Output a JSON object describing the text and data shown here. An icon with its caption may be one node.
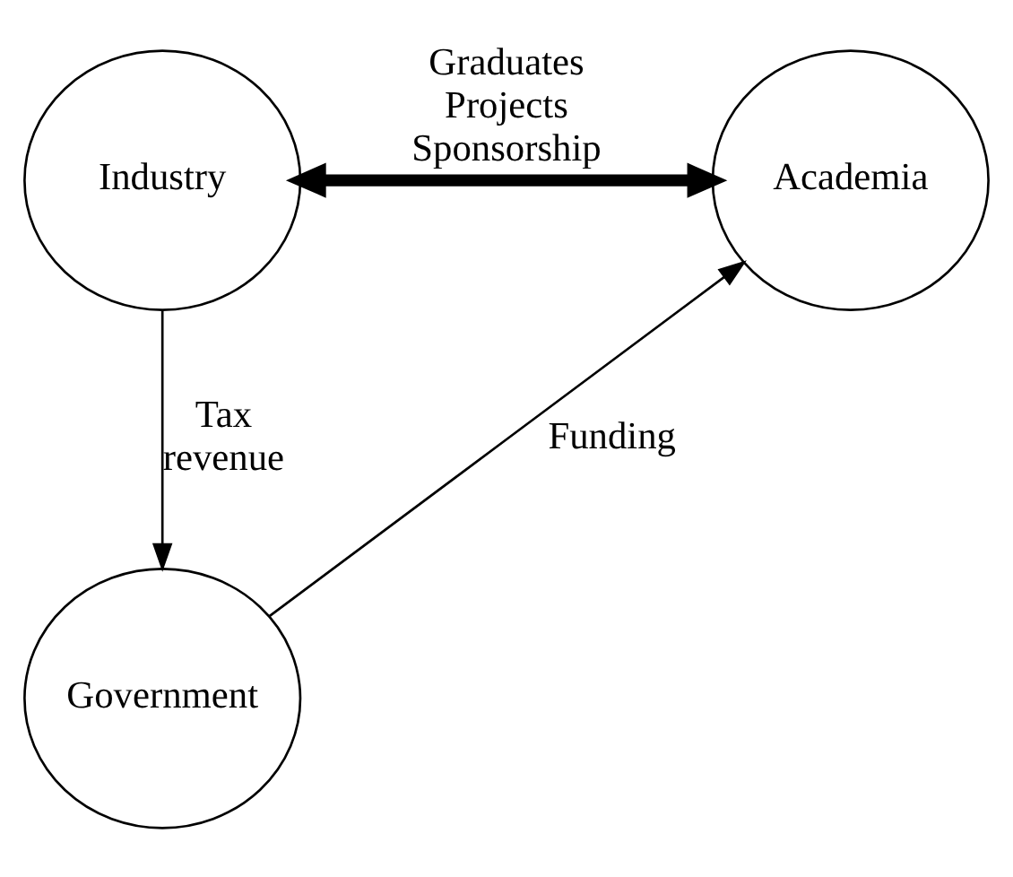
{
  "diagram": {
    "nodes": [
      {
        "text": [
          "Industry"
        ]
      },
      {
        "text": [
          "Academia"
        ]
      },
      {
        "text": [
          "Government"
        ]
      }
    ],
    "edges": [
      {
        "from": 0,
        "to": 1,
        "arrow": "both",
        "style": "thick",
        "label": "Graduates Projects Sponsorship"
      },
      {
        "from": 0,
        "to": 2,
        "arrow": "to",
        "label": "Tax revenue"
      },
      {
        "from": 2,
        "to": 1,
        "arrow": "to",
        "label": "Funding"
      }
    ]
  }
}
